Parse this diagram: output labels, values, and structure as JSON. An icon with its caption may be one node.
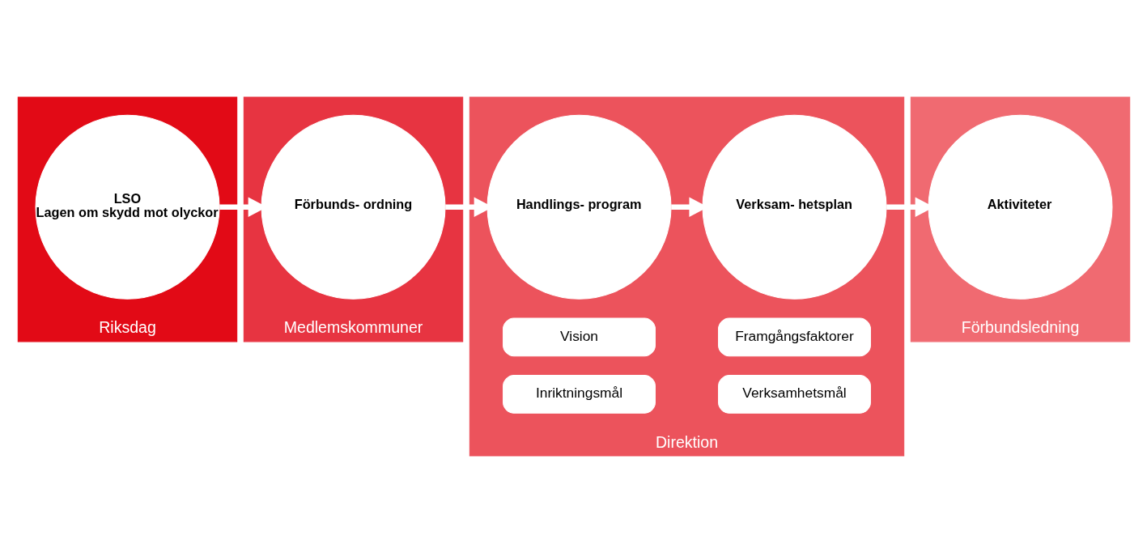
{
  "diagram": {
    "nodes": [
      {
        "text": [
          "Riksdag"
        ]
      },
      {
        "text": [
          "LSO",
          "Lagen om skydd mot olyckor"
        ],
        "in": 0
      },
      {
        "text": [
          "Medlemskommuner"
        ]
      },
      {
        "text": [
          "Förbunds- ordning"
        ],
        "in": 2
      },
      {
        "text": [
          "Direktion"
        ]
      },
      {
        "text": [
          "Handlings- program"
        ],
        "in": 4
      },
      {
        "text": [
          "Vision"
        ],
        "in": 4
      },
      {
        "text": [
          "Inriktningsmål"
        ],
        "in": 4
      },
      {
        "text": [
          "Verksam- hetsplan"
        ],
        "in": 4
      },
      {
        "text": [
          "Framgångsfaktorer"
        ],
        "in": 4
      },
      {
        "text": [
          "Verksamhetsmål"
        ],
        "in": 4
      },
      {
        "text": [
          "Förbundsledning"
        ]
      },
      {
        "text": [
          "Aktiviteter"
        ],
        "in": 11
      }
    ],
    "edges": [
      {
        "from": 1,
        "to": 3,
        "arrow": "to"
      },
      {
        "from": 3,
        "to": 5,
        "arrow": "to"
      },
      {
        "from": 5,
        "to": 8,
        "arrow": "to"
      },
      {
        "from": 8,
        "to": 12,
        "arrow": "to"
      }
    ]
  }
}
